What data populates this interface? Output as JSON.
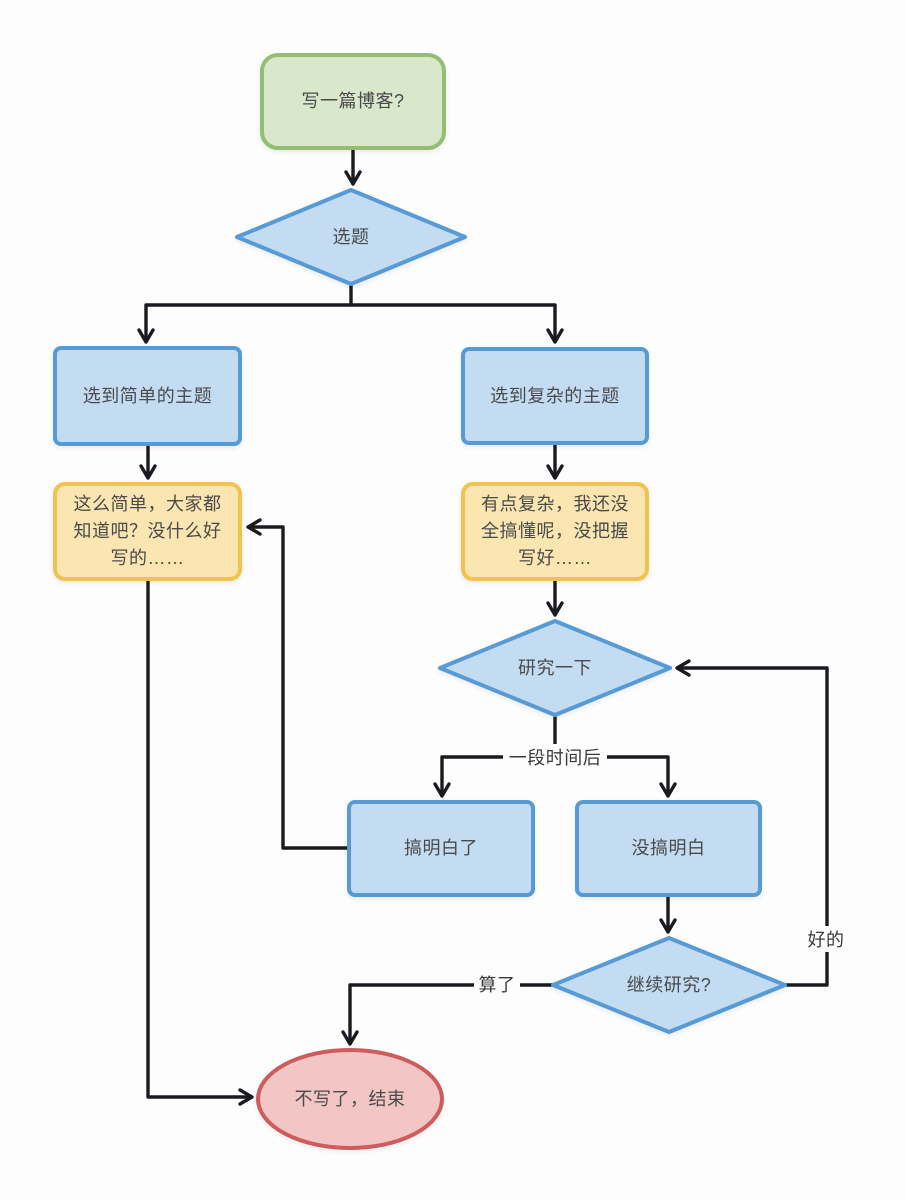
{
  "flowchart": {
    "nodes": {
      "start": {
        "label": "写一篇博客?",
        "shape": "rounded-rect",
        "color": "green"
      },
      "choose_topic": {
        "label": "选题",
        "shape": "diamond",
        "color": "blue"
      },
      "simple_topic": {
        "label": "选到简单的主题",
        "shape": "rect",
        "color": "blue"
      },
      "complex_topic": {
        "label": "选到复杂的主题",
        "shape": "rect",
        "color": "blue"
      },
      "simple_thought": {
        "label": "这么简单，大家都知道吧？没什么好写的……",
        "shape": "rect",
        "color": "yellow"
      },
      "complex_thought": {
        "label": "有点复杂，我还没全搞懂呢，没把握写好……",
        "shape": "rect",
        "color": "yellow"
      },
      "research": {
        "label": "研究一下",
        "shape": "diamond",
        "color": "blue"
      },
      "figured_out": {
        "label": "搞明白了",
        "shape": "rect",
        "color": "blue"
      },
      "not_figured_out": {
        "label": "没搞明白",
        "shape": "rect",
        "color": "blue"
      },
      "continue_research": {
        "label": "继续研究?",
        "shape": "diamond",
        "color": "blue"
      },
      "end": {
        "label": "不写了，结束",
        "shape": "ellipse",
        "color": "red"
      }
    },
    "edge_labels": {
      "after_a_while": "一段时间后",
      "ok": "好的",
      "forget_it": "算了"
    },
    "edges": [
      {
        "from": "start",
        "to": "choose_topic"
      },
      {
        "from": "choose_topic",
        "to": "simple_topic"
      },
      {
        "from": "choose_topic",
        "to": "complex_topic"
      },
      {
        "from": "simple_topic",
        "to": "simple_thought"
      },
      {
        "from": "complex_topic",
        "to": "complex_thought"
      },
      {
        "from": "complex_thought",
        "to": "research"
      },
      {
        "from": "research",
        "to": "figured_out",
        "label": "一段时间后"
      },
      {
        "from": "research",
        "to": "not_figured_out",
        "label": "一段时间后"
      },
      {
        "from": "figured_out",
        "to": "simple_thought"
      },
      {
        "from": "not_figured_out",
        "to": "continue_research"
      },
      {
        "from": "continue_research",
        "to": "research",
        "label": "好的"
      },
      {
        "from": "continue_research",
        "to": "end",
        "label": "算了"
      },
      {
        "from": "simple_thought",
        "to": "end"
      }
    ],
    "colors": {
      "background": "#fdfdfd",
      "arrow_color": "#1a1a20",
      "text_color": "#4a4a4a",
      "green_fill": "#d9e7cb",
      "green_stroke": "#93be73",
      "blue_fill": "#c3dcf2",
      "blue_stroke": "#569ad6",
      "yellow_fill": "#fbe6b2",
      "yellow_stroke": "#f0c24e",
      "red_fill": "#f3c6c6",
      "red_stroke": "#cd5c5c"
    }
  }
}
